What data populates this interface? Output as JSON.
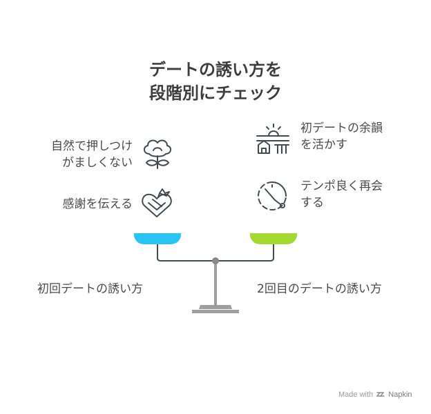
{
  "title": {
    "line1": "デートの誘い方を",
    "line2": "段階別にチェック"
  },
  "left_items": [
    {
      "line1": "自然で押しつけ",
      "line2": "がましくない",
      "icon": "cotton-flower-icon"
    },
    {
      "line1": "感謝を伝える",
      "icon": "gift-heart-icon"
    }
  ],
  "right_items": [
    {
      "line1": "初デートの余韻",
      "line2": "を活かす",
      "icon": "sunset-house-icon"
    },
    {
      "line1": "テンポ良く再会",
      "line2": "する",
      "icon": "clock-tempo-icon"
    }
  ],
  "scale": {
    "left_pan_color": "#29c4f4",
    "right_pan_color": "#a3d930",
    "left_label": "初回デートの誘い方",
    "right_label": "2回目のデートの誘い方"
  },
  "footer": {
    "made_with": "Made with",
    "brand": "Napkin"
  }
}
